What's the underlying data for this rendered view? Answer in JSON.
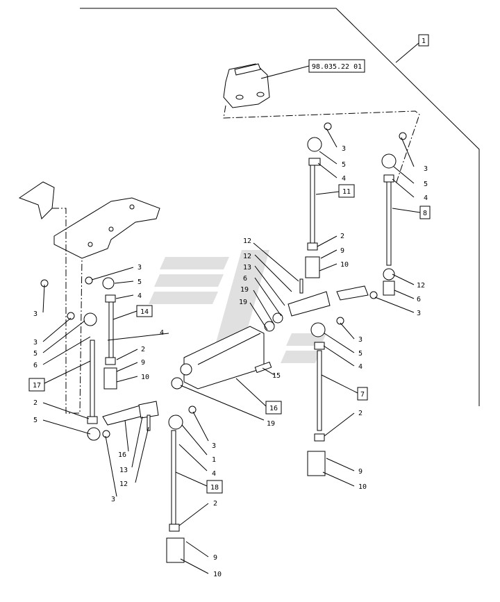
{
  "reference_box": "98.035.22 01",
  "assembly_label": "1",
  "boxed_labels": [
    "11",
    "8",
    "14",
    "7",
    "17",
    "18",
    "16"
  ],
  "callouts": [
    "3",
    "5",
    "4",
    "3",
    "5",
    "4",
    "2",
    "9",
    "10",
    "12",
    "12",
    "13",
    "6",
    "19",
    "19",
    "12",
    "6",
    "3",
    "3",
    "3",
    "5",
    "4",
    "3",
    "5",
    "6",
    "4",
    "2",
    "9",
    "10",
    "15",
    "3",
    "5",
    "4",
    "2",
    "9",
    "10",
    "2",
    "5",
    "16",
    "13",
    "12",
    "3",
    "19",
    "3",
    "1",
    "4",
    "2",
    "9",
    "10"
  ]
}
